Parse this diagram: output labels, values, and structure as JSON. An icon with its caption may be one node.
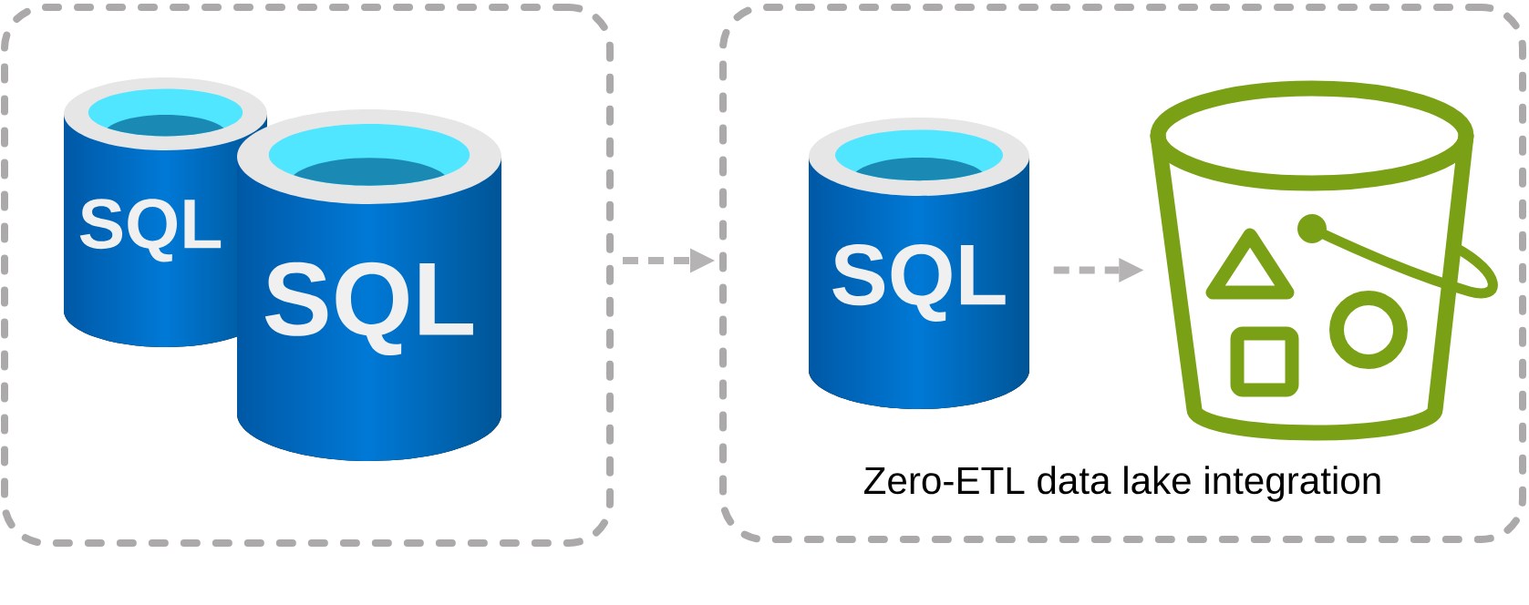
{
  "diagram": {
    "nodes": [
      {
        "text": [],
        "shape": "box"
      },
      {
        "text": [
          "SQL"
        ],
        "in": 0
      },
      {
        "text": [
          "SQL"
        ],
        "in": 0
      },
      {
        "text": [
          "Zero-ETL data lake integration"
        ]
      },
      {
        "text": [
          "SQL"
        ],
        "in": 3
      },
      {
        "text": [],
        "shape": "bucket",
        "in": 3
      }
    ],
    "edges": [
      {
        "from": 0,
        "to": 3,
        "arrow": "to",
        "style": "dashed"
      },
      {
        "from": 4,
        "to": 5,
        "arrow": "to",
        "style": "dashed"
      }
    ]
  }
}
